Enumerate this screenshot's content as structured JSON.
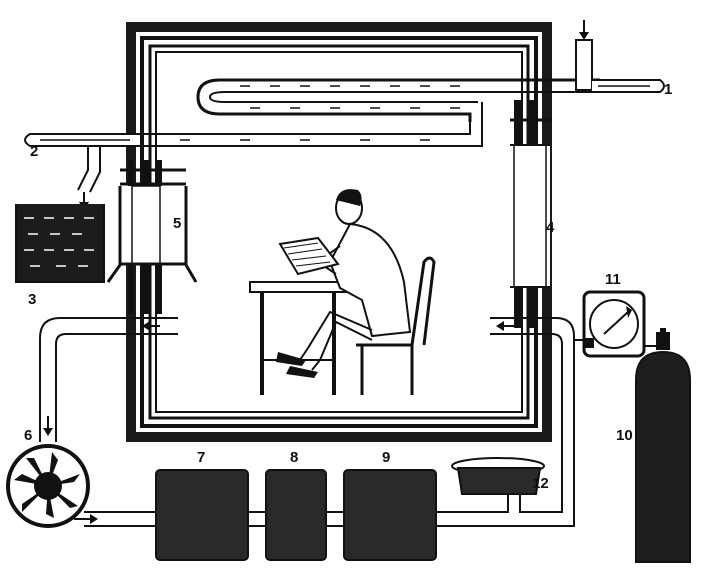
{
  "labels": {
    "l1": "1",
    "l2": "2",
    "l3": "3",
    "l4": "4",
    "l5": "5",
    "l6": "6",
    "l7": "7",
    "l8": "8",
    "l9": "9",
    "l10": "10",
    "l11": "11",
    "l12": "12"
  },
  "colors": {
    "ink": "#111111",
    "block": "#2a2a2a",
    "paper": "#ffffff"
  }
}
